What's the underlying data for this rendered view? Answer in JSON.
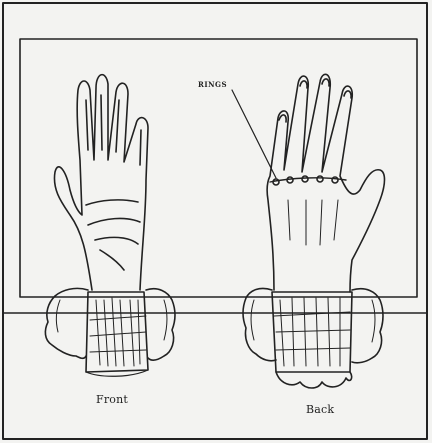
{
  "labels": {
    "rings": "RINGS",
    "front": "Front",
    "back": "Back"
  },
  "colors": {
    "ink": "#222222",
    "paper": "#f3f3f1"
  }
}
